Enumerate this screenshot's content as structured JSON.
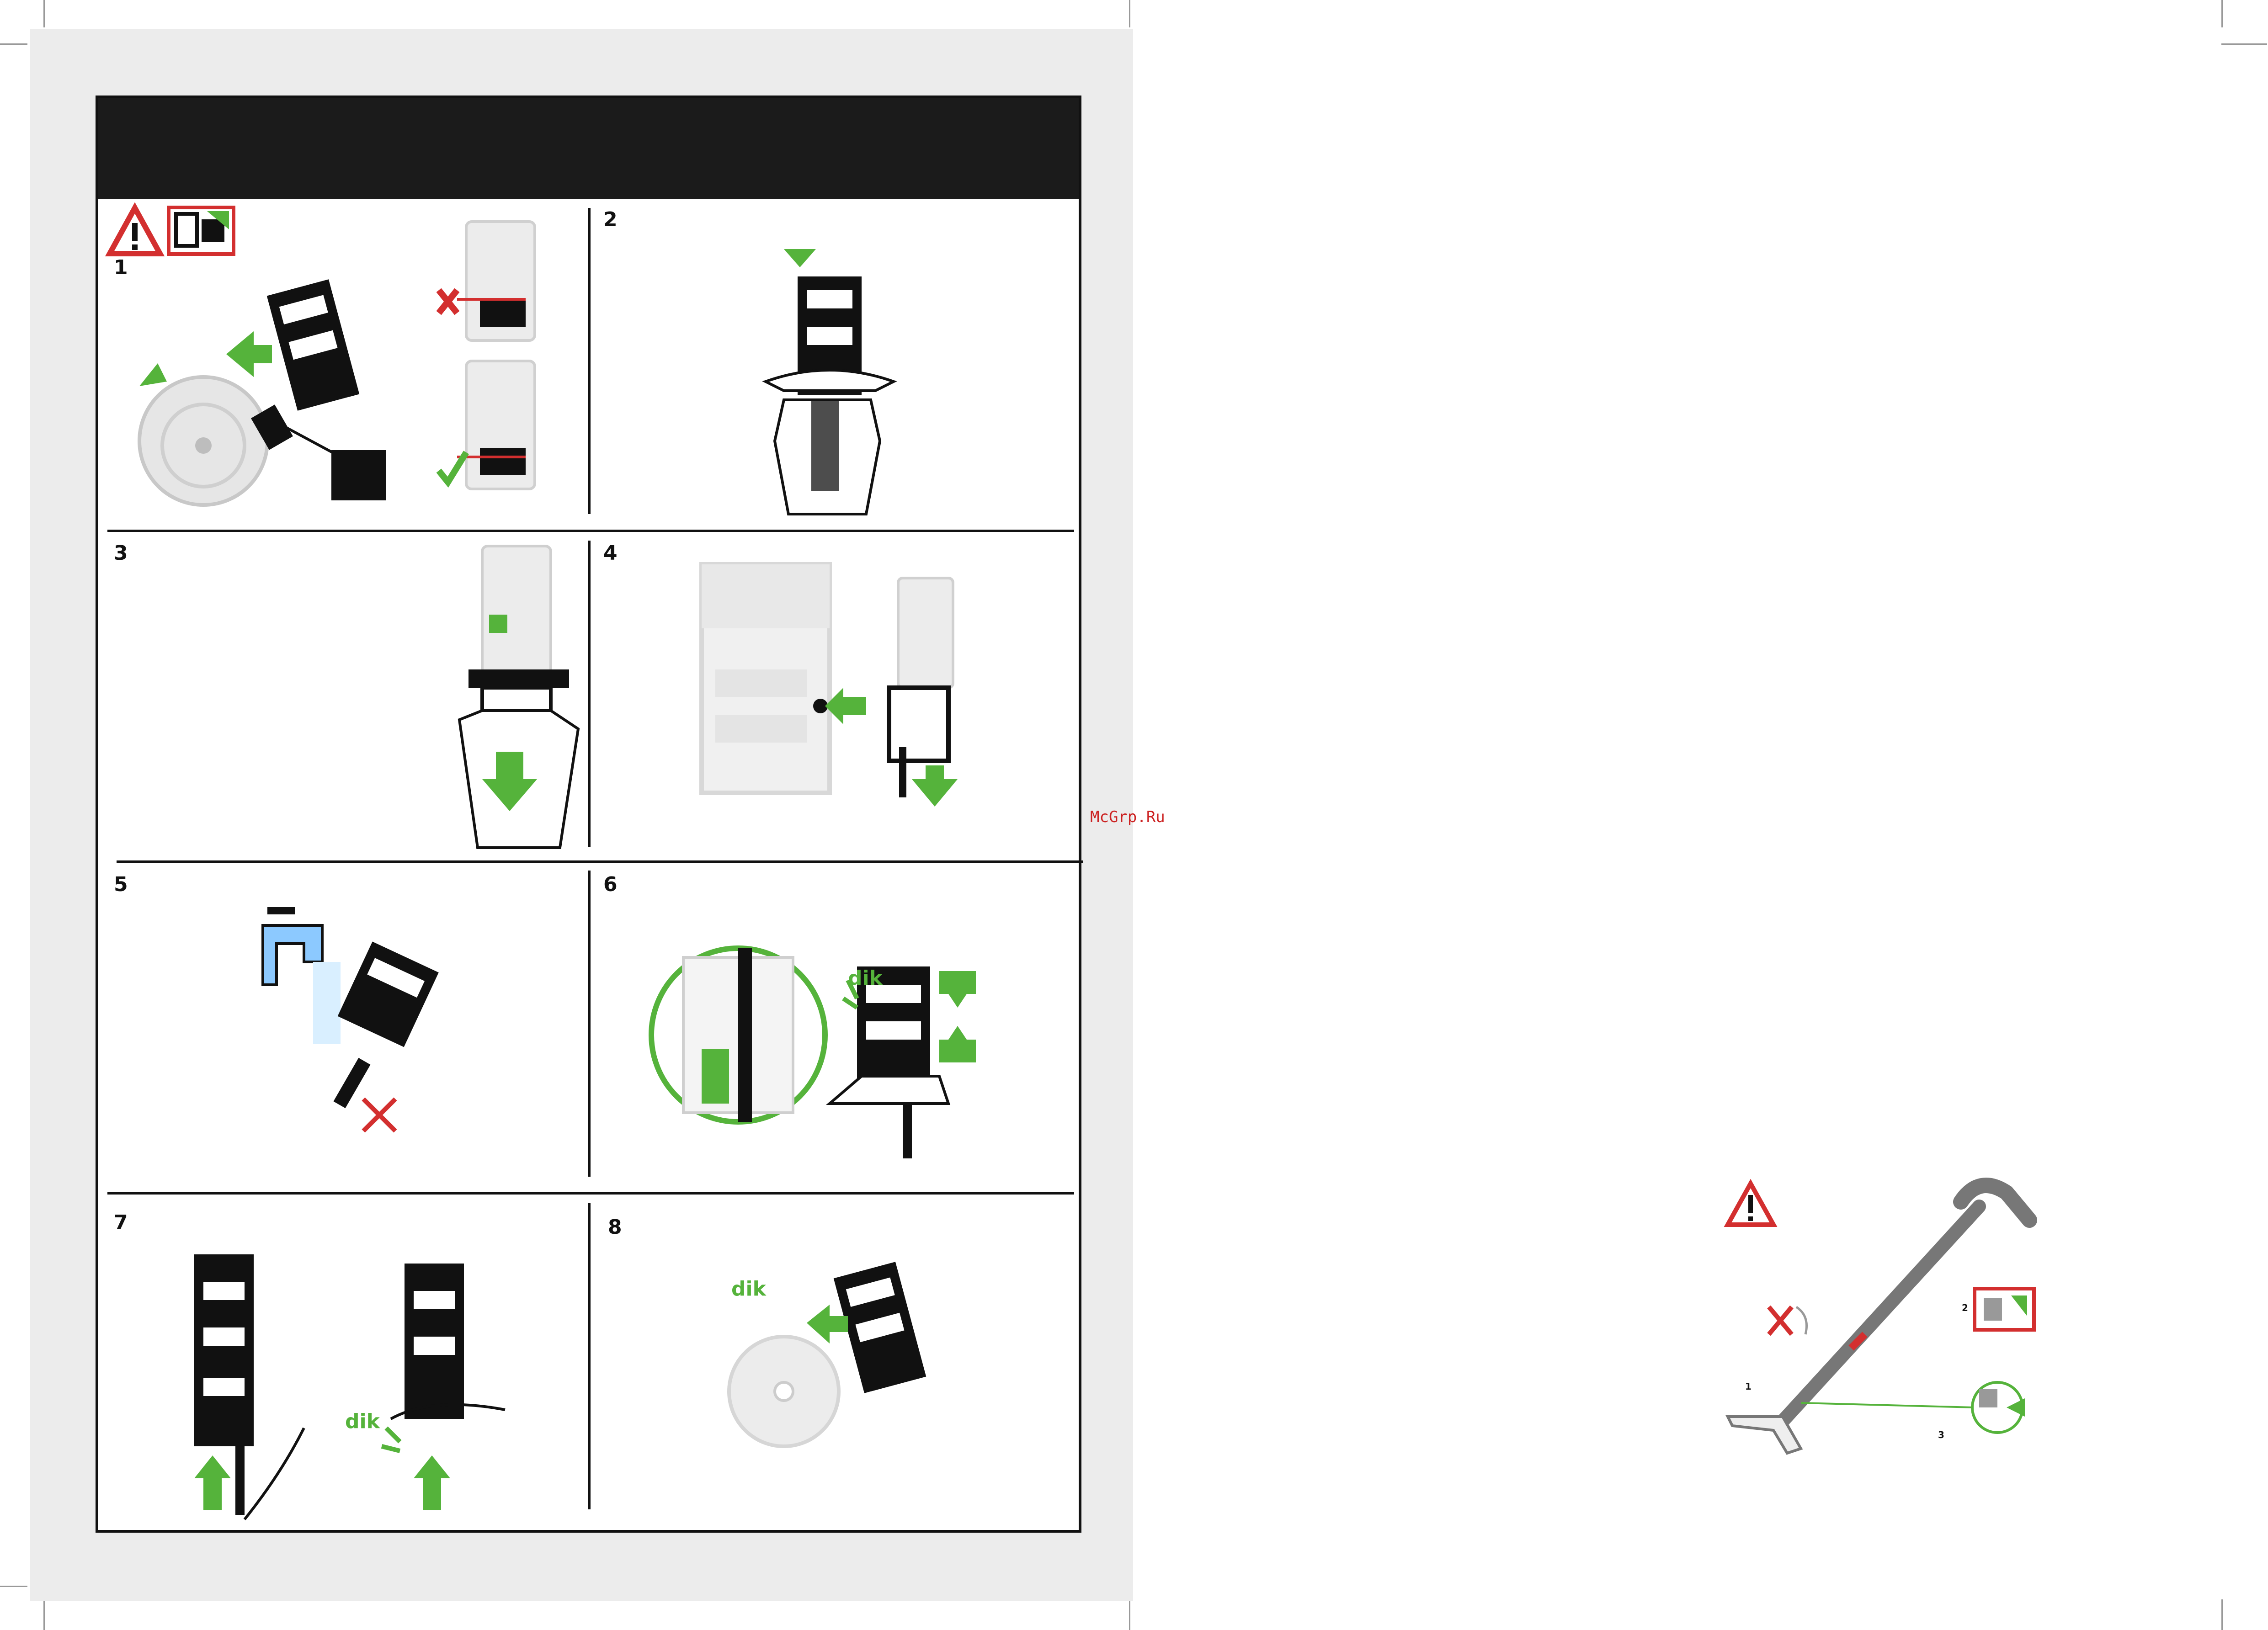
{
  "manual": {
    "steps": [
      {
        "number": "1"
      },
      {
        "number": "2"
      },
      {
        "number": "3"
      },
      {
        "number": "4"
      },
      {
        "number": "5"
      },
      {
        "number": "6"
      },
      {
        "number": "7"
      },
      {
        "number": "8"
      }
    ],
    "click_label": "dik"
  },
  "watermark": "McGrp.Ru",
  "side_figure": {
    "callouts": [
      "1",
      "2",
      "3"
    ]
  },
  "colors": {
    "header": "#1b1b1b",
    "accent_green": "#55b33b",
    "warning_red": "#d32f2f",
    "panel_bg": "#ececec"
  }
}
